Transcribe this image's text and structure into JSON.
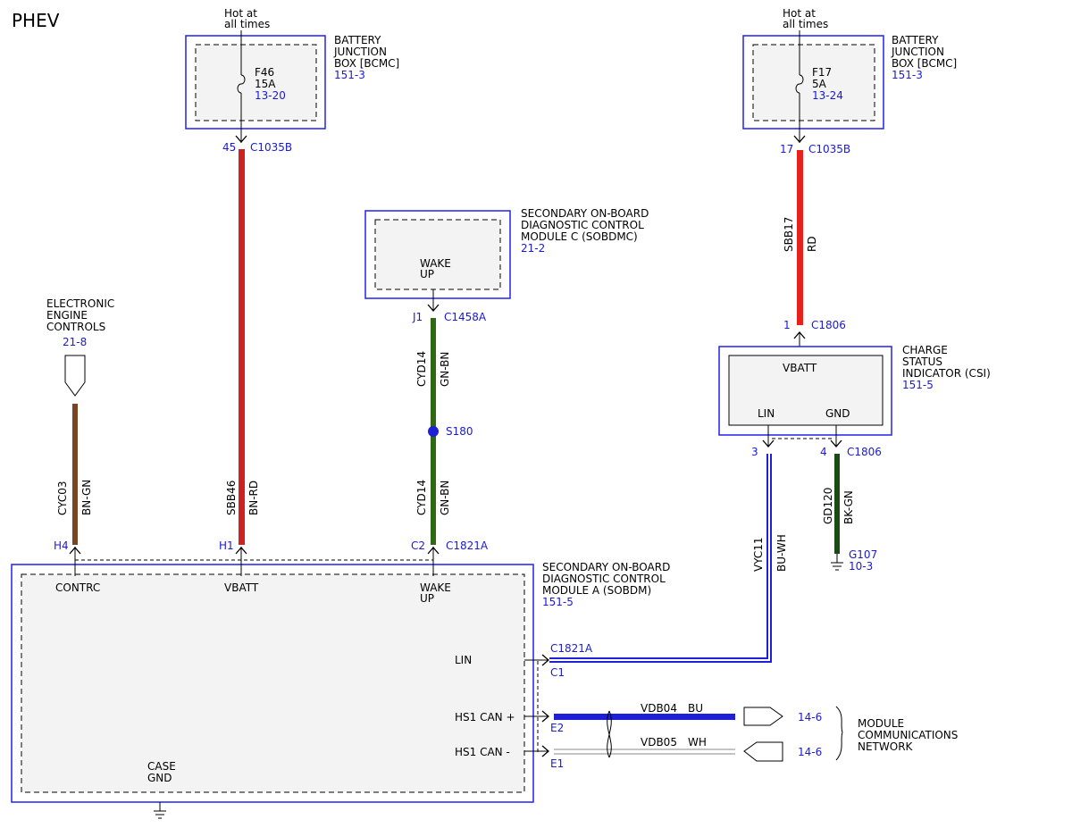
{
  "page": {
    "title": "PHEV"
  },
  "bcmc_left": {
    "label": [
      "BATTERY",
      "JUNCTION",
      "BOX [BCMC]"
    ],
    "ref": "151-3",
    "hot": [
      "Hot at",
      "all times"
    ],
    "fuse": {
      "name": "F46",
      "rating": "15A",
      "ref": "13-20"
    },
    "pin": "45",
    "connector": "C1035B"
  },
  "bcmc_right": {
    "label": [
      "BATTERY",
      "JUNCTION",
      "BOX [BCMC]"
    ],
    "ref": "151-3",
    "hot": [
      "Hot at",
      "all times"
    ],
    "fuse": {
      "name": "F17",
      "rating": "5A",
      "ref": "13-24"
    },
    "pin": "17",
    "connector": "C1035B"
  },
  "sobdmc": {
    "label": [
      "SECONDARY ON-BOARD",
      "DIAGNOSTIC CONTROL",
      "MODULE C (SOBDMC)"
    ],
    "ref": "21-2",
    "pin_label": [
      "WAKE",
      "UP"
    ],
    "pin": "J1",
    "connector": "C1458A"
  },
  "eec": {
    "label": [
      "ELECTRONIC",
      "ENGINE",
      "CONTROLS"
    ],
    "ref": "21-8"
  },
  "csi": {
    "label": [
      "CHARGE",
      "STATUS",
      "INDICATOR (CSI)"
    ],
    "ref": "151-5",
    "pins": {
      "vbatt": "VBATT",
      "lin": "LIN",
      "gnd": "GND"
    },
    "pin_top": "1",
    "connector_top": "C1806",
    "pin_lin": "3",
    "pin_gnd": "4",
    "connector_bottom": "C1806"
  },
  "sobdm": {
    "label": [
      "SECONDARY ON-BOARD",
      "DIAGNOSTIC CONTROL",
      "MODULE A (SOBDM)"
    ],
    "ref": "151-5",
    "top_pins": [
      {
        "pin": "H4",
        "label": "CONTRC"
      },
      {
        "pin": "H1",
        "label": "VBATT"
      },
      {
        "pin": "C2",
        "label": [
          "WAKE",
          "UP"
        ],
        "connector": "C1821A"
      }
    ],
    "right_pins": [
      {
        "label": "LIN",
        "pin": "C1",
        "connector": "C1821A"
      },
      {
        "label": "HS1 CAN +",
        "pin": "E2"
      },
      {
        "label": "HS1 CAN -",
        "pin": "E1"
      }
    ],
    "case_gnd": [
      "CASE",
      "GND"
    ]
  },
  "wires": {
    "cyc03": {
      "circuit": "CYC03",
      "color": "BN-GN"
    },
    "sbb46": {
      "circuit": "SBB46",
      "color": "BN-RD"
    },
    "cyd14_upper": {
      "circuit": "CYD14",
      "color": "GN-BN"
    },
    "cyd14_lower": {
      "circuit": "CYD14",
      "color": "GN-BN"
    },
    "sbb17": {
      "circuit": "SBB17",
      "color": "RD"
    },
    "gd120": {
      "circuit": "GD120",
      "color": "BK-GN"
    },
    "vyc11": {
      "circuit": "VYC11",
      "color": "BU-WH"
    },
    "vdb04": {
      "circuit": "VDB04",
      "color": "BU",
      "ref": "14-6"
    },
    "vdb05": {
      "circuit": "VDB05",
      "color": "WH",
      "ref": "14-6"
    }
  },
  "splice": {
    "name": "S180"
  },
  "ground": {
    "name": "G107",
    "ref": "10-3"
  },
  "network": {
    "label": [
      "MODULE",
      "COMMUNICATIONS",
      "NETWORK"
    ]
  },
  "colors": {
    "brown": "#7a4420",
    "red": "#cc2222",
    "red_bright": "#e8201c",
    "green": "#2f6a13",
    "dark_green": "#1c4a16",
    "blue": "#1f1fd8",
    "ref_blue": "#1a1ad6",
    "module_border": "#2222ee"
  }
}
